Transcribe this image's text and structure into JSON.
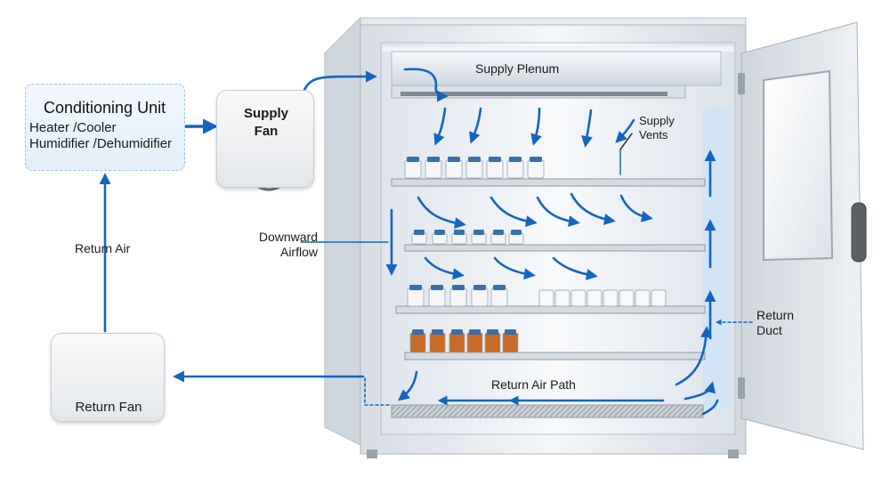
{
  "conditioning_unit": {
    "title": "Conditioning Unit",
    "line1": "Heater /Cooler",
    "line2": "Humidifier /Dehumidifier"
  },
  "supply_fan": {
    "label_line1": "Supply",
    "label_line2": "Fan",
    "icon": "fan-icon"
  },
  "return_fan": {
    "label": "Return Fan",
    "icon": "fan-icon"
  },
  "labels": {
    "return_air": "Return Air",
    "supply_plenum": "Supply Plenum",
    "supply_vents_line1": "Supply",
    "supply_vents_line2": "Vents",
    "downward_airflow_line1": "Downward",
    "downward_airflow_line2": "Airflow",
    "return_duct_line1": "Return",
    "return_duct_line2": "Duct",
    "return_air_path": "Return Air Path"
  },
  "colors": {
    "airflow_arrow": "#1565c0",
    "cabinet": "#e9edf1",
    "interior_glow": "#cfe4f7",
    "sample_cap": "#3a6fa8",
    "sample_amber": "#c86a28"
  }
}
